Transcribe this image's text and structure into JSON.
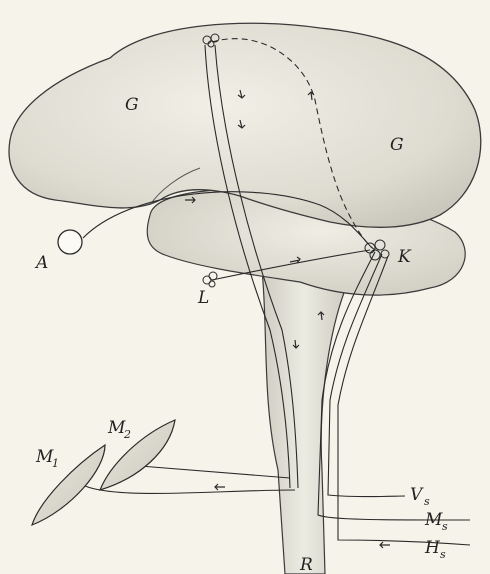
{
  "figure": {
    "labels": {
      "G_left": "G",
      "G_right": "G",
      "K": "K",
      "A": "A",
      "L": "L",
      "R": "R",
      "M1": {
        "main": "M",
        "sub": "1"
      },
      "M2": {
        "main": "M",
        "sub": "2"
      },
      "Vs": {
        "main": "V",
        "sub": "s"
      },
      "Ms": {
        "main": "M",
        "sub": "s"
      },
      "Hs": {
        "main": "H",
        "sub": "s"
      }
    },
    "colors": {
      "paper": "#f6f4ea",
      "ink": "#2a2a2a",
      "shading": "#d9d7cc"
    }
  }
}
